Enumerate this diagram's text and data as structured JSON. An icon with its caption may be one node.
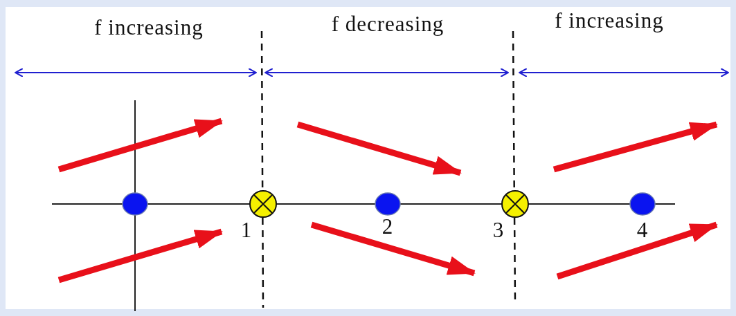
{
  "diagram": {
    "labels": [
      "f increasing",
      "f decreasing",
      "f increasing",
      "1",
      "2",
      "3",
      "4"
    ]
  }
}
